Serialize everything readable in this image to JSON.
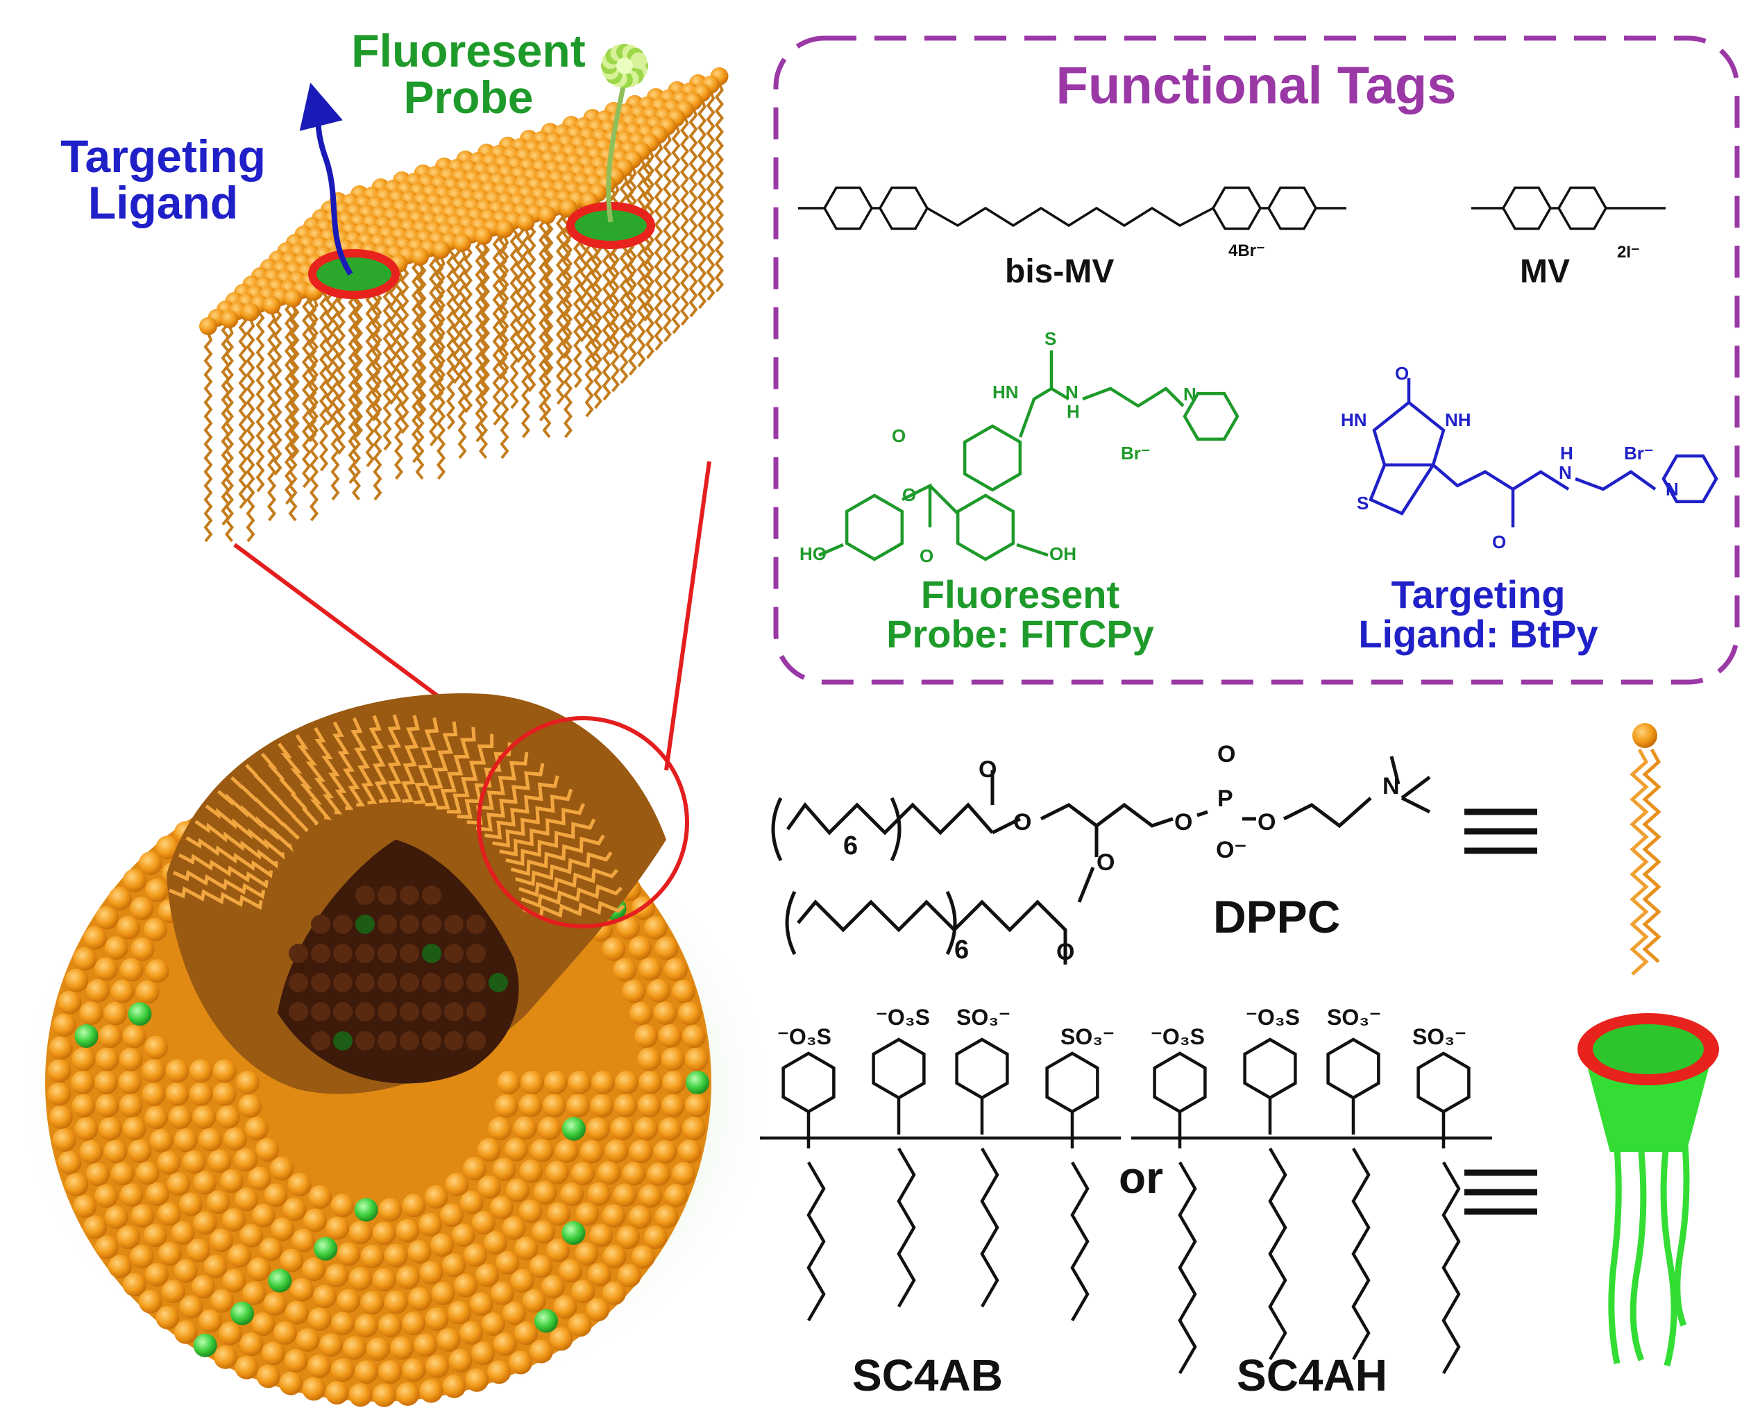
{
  "membrane_patch": {
    "targeting_label": [
      "Targeting",
      "Ligand"
    ],
    "probe_label": [
      "Fluoresent",
      "Probe"
    ]
  },
  "functional_tags": {
    "title": "Functional Tags",
    "bis_mv": {
      "name": "bis-MV",
      "counterion": "4Br⁻"
    },
    "mv": {
      "name": "MV",
      "counterion": "2I⁻"
    },
    "fitcpy": {
      "caption": [
        "Fluoresent",
        "Probe: FITCPy"
      ],
      "atoms": [
        "S",
        "HN",
        "N",
        "H",
        "N",
        "O",
        "O",
        "Br⁻",
        "HO",
        "O",
        "OH"
      ]
    },
    "btpy": {
      "caption": [
        "Targeting",
        "Ligand: BtPy"
      ],
      "atoms": [
        "O",
        "HN",
        "NH",
        "S",
        "H",
        "N",
        "Br⁻",
        "O",
        "N"
      ]
    }
  },
  "dppc": {
    "name": "DPPC",
    "subscripts": [
      "6",
      "6"
    ],
    "atoms": [
      "O",
      "O",
      "O",
      "O",
      "P",
      "O",
      "O",
      "O⁻",
      "N",
      "O"
    ]
  },
  "calixarenes": {
    "sc4ab": {
      "name": "SC4AB",
      "sulfonates": [
        "⁻O₃S",
        "⁻O₃S",
        "SO₃⁻",
        "SO₃⁻"
      ]
    },
    "or_label": "or",
    "sc4ah": {
      "name": "SC4AH",
      "sulfonates": [
        "⁻O₃S",
        "⁻O₃S",
        "SO₃⁻",
        "SO₃⁻"
      ]
    }
  },
  "colors": {
    "lipid_head": "#f39b1a",
    "lipid_tail": "#c47c1c",
    "guest": "#3ecf3e",
    "rim": "#e8221c",
    "callout": "#e41e1e",
    "tags_border": "#9a38a6",
    "probe": "#1e9a2a",
    "targeting": "#2020c8",
    "dark": "#000000"
  }
}
